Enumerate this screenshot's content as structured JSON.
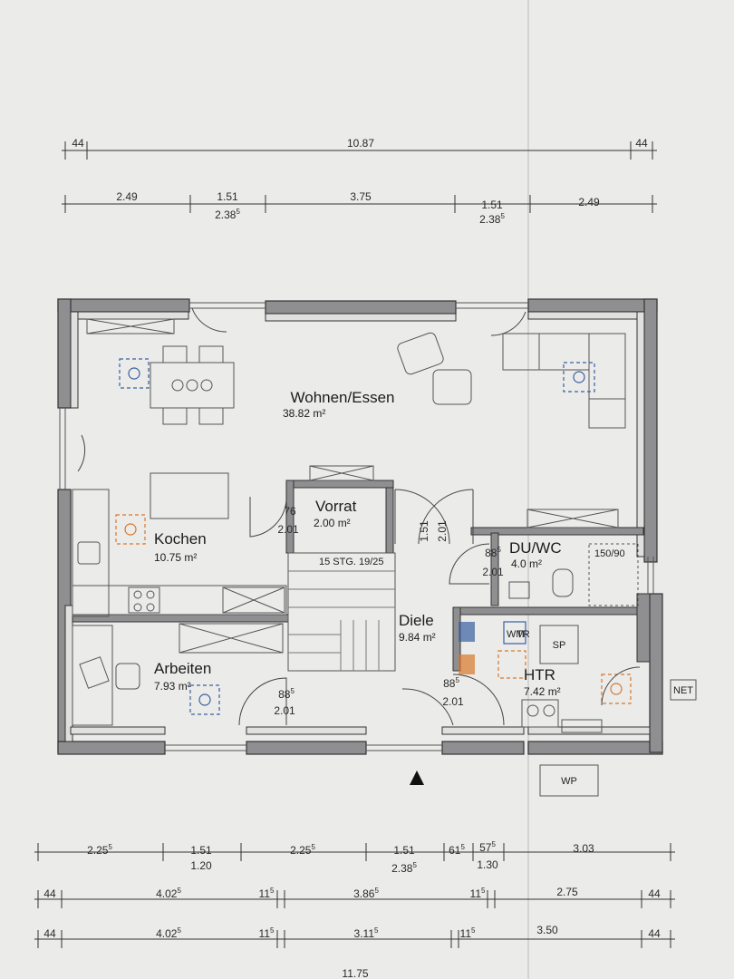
{
  "colors": {
    "paper": "#ebebea",
    "wall": "#8f8f92",
    "line": "#333333",
    "blue": "#3a5fa0",
    "orange": "#d9772a"
  },
  "top_dims": {
    "overall": [
      "44",
      "10.87",
      "44"
    ],
    "segments": [
      {
        "t": "2.49"
      },
      {
        "t": "1.51",
        "b": "2.38",
        "bs": "5"
      },
      {
        "t": "3.75"
      },
      {
        "t": "1.51",
        "b": "2.38",
        "bs": "5"
      },
      {
        "t": "2.49"
      }
    ]
  },
  "rooms": {
    "wohnen": {
      "name": "Wohnen/Essen",
      "area": "38.82 m²"
    },
    "kochen": {
      "name": "Kochen",
      "area": "10.75 m²"
    },
    "vorrat": {
      "name": "Vorrat",
      "area": "2.00 m²"
    },
    "duwc": {
      "name": "DU/WC",
      "area": "4.0 m²"
    },
    "diele": {
      "name": "Diele",
      "area": "9.84 m²"
    },
    "arbeiten": {
      "name": "Arbeiten",
      "area": "7.93 m²"
    },
    "htr": {
      "name": "HTR",
      "area": "7.42 m²"
    }
  },
  "labels": {
    "stairs": "15 STG. 19/25",
    "shower": "150/90",
    "sp": "SP",
    "wp": "WP",
    "net": "NET",
    "wm": "WM",
    "tr": "TR"
  },
  "doors": {
    "vorrat": {
      "w": "76",
      "h": "2.01"
    },
    "vorrat_side": {
      "w": "1.51",
      "h": "2.01"
    },
    "duwc": {
      "w": "88",
      "ws": "5",
      "h": "2.01"
    },
    "arbeiten": {
      "w": "88",
      "ws": "5",
      "h": "2.01"
    },
    "htr": {
      "w": "88",
      "ws": "5",
      "h": "2.01"
    }
  },
  "bottom_dims": {
    "row1": [
      {
        "t": "2.25",
        "ts": "5"
      },
      {
        "t": "1.51",
        "b": "1.20"
      },
      {
        "t": "2.25",
        "ts": "5"
      },
      {
        "t": "1.51",
        "b": "2.38",
        "bs": "5"
      },
      {
        "t": "61",
        "ts": "5"
      },
      {
        "t": "57",
        "ts": "5",
        "b": "1.30"
      },
      {
        "t": "3.03"
      }
    ],
    "row2": [
      {
        "t": "44"
      },
      {
        "t": "4.02",
        "ts": "5"
      },
      {
        "t": "11",
        "ts": "5"
      },
      {
        "t": "3.86",
        "ts": "5"
      },
      {
        "t": "11",
        "ts": "5"
      },
      {
        "t": "2.75"
      },
      {
        "t": "44"
      }
    ],
    "row3": [
      {
        "t": "44"
      },
      {
        "t": "4.02",
        "ts": "5"
      },
      {
        "t": "11",
        "ts": "5"
      },
      {
        "t": "3.11",
        "ts": "5"
      },
      {
        "t": "11",
        "ts": "5"
      },
      {
        "t": "3.50"
      },
      {
        "t": "44"
      }
    ],
    "overall": "11.75"
  }
}
